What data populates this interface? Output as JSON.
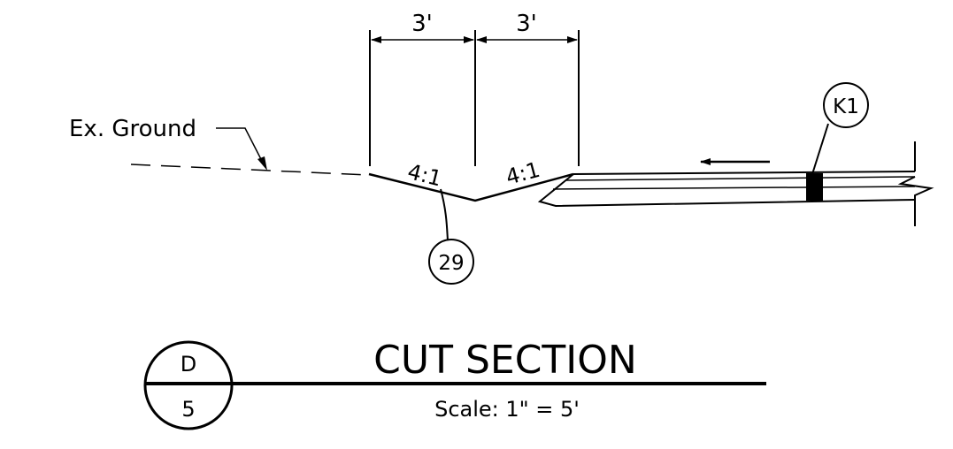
{
  "dimensions": {
    "left_width": "3'",
    "right_width": "3'"
  },
  "slopes": {
    "left": "4:1",
    "right": "4:1"
  },
  "callouts": {
    "existing_ground": "Ex. Ground",
    "note_number": "29",
    "keynote": "K1"
  },
  "section_marker": {
    "letter": "D",
    "sheet": "5"
  },
  "title": {
    "name": "CUT SECTION",
    "scale": "Scale:  1\" = 5'"
  }
}
